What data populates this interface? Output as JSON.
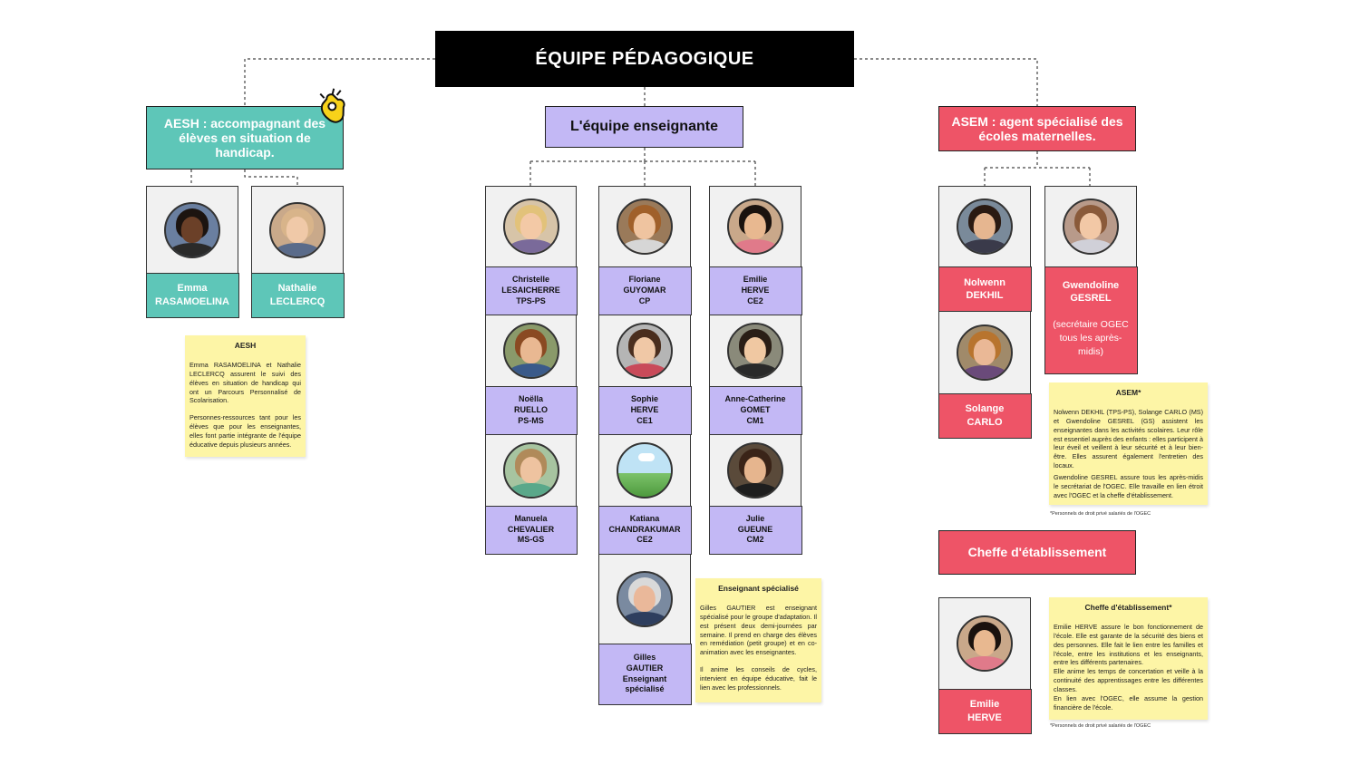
{
  "title": "ÉQUIPE PÉDAGOGIQUE",
  "groups": {
    "aesh": {
      "header": "AESH : accompagnant des élèves en situation de handicap.",
      "members": [
        {
          "first": "Emma",
          "last": "RASAMOELINA"
        },
        {
          "first": "Nathalie",
          "last": "LECLERCQ"
        }
      ],
      "note": {
        "title": "AESH",
        "p1": "Emma RASAMOELINA et Nathalie LECLERCQ assurent le suivi des élèves en situation de handicap qui ont un Parcours Personnalisé de Scolarisation.",
        "p2": "Personnes-ressources tant pour les élèves que pour les enseignantes, elles font partie intégrante de l'équipe éducative depuis plusieurs années."
      }
    },
    "teachers": {
      "header": "L'équipe enseignante",
      "members": [
        {
          "first": "Christelle",
          "last": "LESAICHERRE",
          "role": "TPS-PS"
        },
        {
          "first": "Noëlla",
          "last": "RUELLO",
          "role": "PS-MS"
        },
        {
          "first": "Manuela",
          "last": "CHEVALIER",
          "role": "MS-GS"
        },
        {
          "first": "Floriane",
          "last": "GUYOMAR",
          "role": "CP"
        },
        {
          "first": "Sophie",
          "last": "HERVE",
          "role": "CE1"
        },
        {
          "first": "Katiana",
          "last": "CHANDRAKUMAR",
          "role": "CE2"
        },
        {
          "first": "Gilles",
          "last": "GAUTIER",
          "role": "Enseignant",
          "role2": "spécialisé"
        },
        {
          "first": "Emilie",
          "last": "HERVE",
          "role": "CE2"
        },
        {
          "first": "Anne-Catherine",
          "last": "GOMET",
          "role": "CM1"
        },
        {
          "first": "Julie",
          "last": "GUEUNE",
          "role": "CM2"
        }
      ],
      "note": {
        "title": "Enseignant spécialisé",
        "p1": "Gilles GAUTIER est enseignant spécialisé pour le groupe d'adaptation. Il est présent deux demi-journées par semaine. Il prend en charge des élèves en remédiation (petit groupe) et en co-animation avec les enseignantes.",
        "p2": "Il anime les conseils de cycles, intervient en équipe éducative, fait le lien avec les professionnels."
      }
    },
    "asem": {
      "header": "ASEM : agent spécialisé des écoles maternelles.",
      "members": [
        {
          "first": "Nolwenn",
          "last": "DEKHIL"
        },
        {
          "first": "Solange",
          "last": "CARLO"
        },
        {
          "first": "Gwendoline",
          "last": "GESREL",
          "extra": "(secrétaire OGEC tous les après-midis)"
        }
      ],
      "note": {
        "title": "ASEM*",
        "p1": "Nolwenn DEKHIL (TPS-PS), Solange CARLO (MS) et Gwendoline GESREL (GS) assistent les enseignantes dans les activités scolaires. Leur rôle est essentiel auprès des enfants : elles participent à leur éveil et veillent à leur sécurité et à leur bien-être. Elles assurent également l'entretien des locaux.",
        "p2": "Gwendoline GESREL assure tous les après-midis le secrétariat de l'OGEC. Elle travaille en lien étroit avec l'OGEC et la cheffe d'établissement."
      },
      "footnote": "*Personnels de droit privé salariés de l'OGEC"
    },
    "head": {
      "header": "Cheffe d'établissement",
      "member": {
        "first": "Emilie",
        "last": "HERVE"
      },
      "note": {
        "title": "Cheffe d'établissement*",
        "p1": "Emilie HERVE assure le bon fonctionnement de l'école. Elle est garante de la sécurité des biens et des personnes. Elle fait le lien entre les familles et l'école, entre les institutions et les enseignants, entre les différents partenaires.",
        "p2": "Elle anime les temps de concertation et veille à la continuité des apprentissages entre les différentes classes.",
        "p3": "En lien avec l'OGEC, elle assume la gestion financière de l'école."
      },
      "footnote": "*Personnels de droit privé salariés de l'OGEC"
    }
  },
  "colors": {
    "teal": "#5ec6b8",
    "purple": "#c3b8f5",
    "red": "#ee5467",
    "note": "#fdf5a6",
    "title_bg": "#000000"
  },
  "icons": [
    "ok-hand-icon"
  ]
}
